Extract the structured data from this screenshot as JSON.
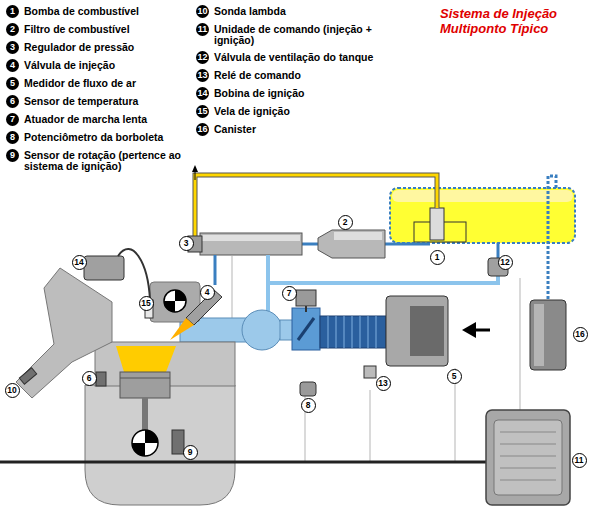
{
  "diagram": {
    "title": "Sistema de Injeção Multiponto Típico",
    "nodes": [
      {
        "text": [
          "1",
          "Bomba de combustível"
        ]
      },
      {
        "text": [
          "2",
          "Filtro de combustível"
        ]
      },
      {
        "text": [
          "3",
          "Regulador de pressão"
        ]
      },
      {
        "text": [
          "4",
          "Válvula de injeção"
        ]
      },
      {
        "text": [
          "5",
          "Medidor de fluxo de ar"
        ]
      },
      {
        "text": [
          "6",
          "Sensor de temperatura"
        ]
      },
      {
        "text": [
          "7",
          "Atuador de marcha lenta"
        ]
      },
      {
        "text": [
          "8",
          "Potenciômetro da borboleta"
        ]
      },
      {
        "text": [
          "9",
          "Sensor de rotação (pertence ao sistema de ignição)"
        ]
      },
      {
        "text": [
          "10",
          "Sonda lambda"
        ]
      },
      {
        "text": [
          "11",
          "Unidade de comando (injeção + ignição)"
        ]
      },
      {
        "text": [
          "12",
          "Válvula de ventilação do tanque"
        ]
      },
      {
        "text": [
          "13",
          "Relé de comando"
        ]
      },
      {
        "text": [
          "14",
          "Bobina de ignição"
        ]
      },
      {
        "text": [
          "15",
          "Vela de ignição"
        ]
      },
      {
        "text": [
          "16",
          "Canister"
        ]
      },
      {
        "text": [
          "2"
        ]
      },
      {
        "text": [
          "3"
        ]
      },
      {
        "text": [
          "1"
        ]
      },
      {
        "text": [
          "14"
        ]
      },
      {
        "text": [
          "12"
        ]
      },
      {
        "text": [
          "4"
        ]
      },
      {
        "text": [
          "7"
        ]
      },
      {
        "text": [
          "15"
        ]
      },
      {
        "text": [
          "16"
        ]
      },
      {
        "text": [
          "5"
        ]
      },
      {
        "text": [
          "6"
        ]
      },
      {
        "text": [
          "13"
        ]
      },
      {
        "text": [
          "10"
        ]
      },
      {
        "text": [
          "8"
        ]
      },
      {
        "text": [
          "9"
        ]
      },
      {
        "text": [
          "11"
        ]
      }
    ]
  }
}
